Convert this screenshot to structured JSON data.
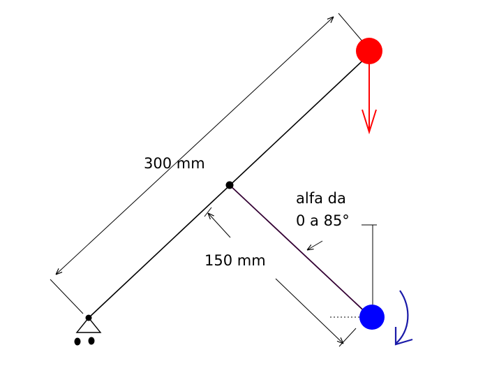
{
  "labels": {
    "long_arm_length": "300 mm",
    "short_arm_length": "150 mm",
    "angle_line1": "alfa da",
    "angle_line2": "0 a 85°"
  },
  "colors": {
    "line": "#000000",
    "top_mass": "#ff0000",
    "bottom_mass": "#0000ff",
    "force_arrow": "#ff0000",
    "rotation_arrow": "#1a1aa8",
    "short_arm": "#330033"
  },
  "icons": {
    "support": "pin-roller-support-icon",
    "force": "downward-force-arrow-icon",
    "rotation": "rotation-arrow-icon"
  }
}
